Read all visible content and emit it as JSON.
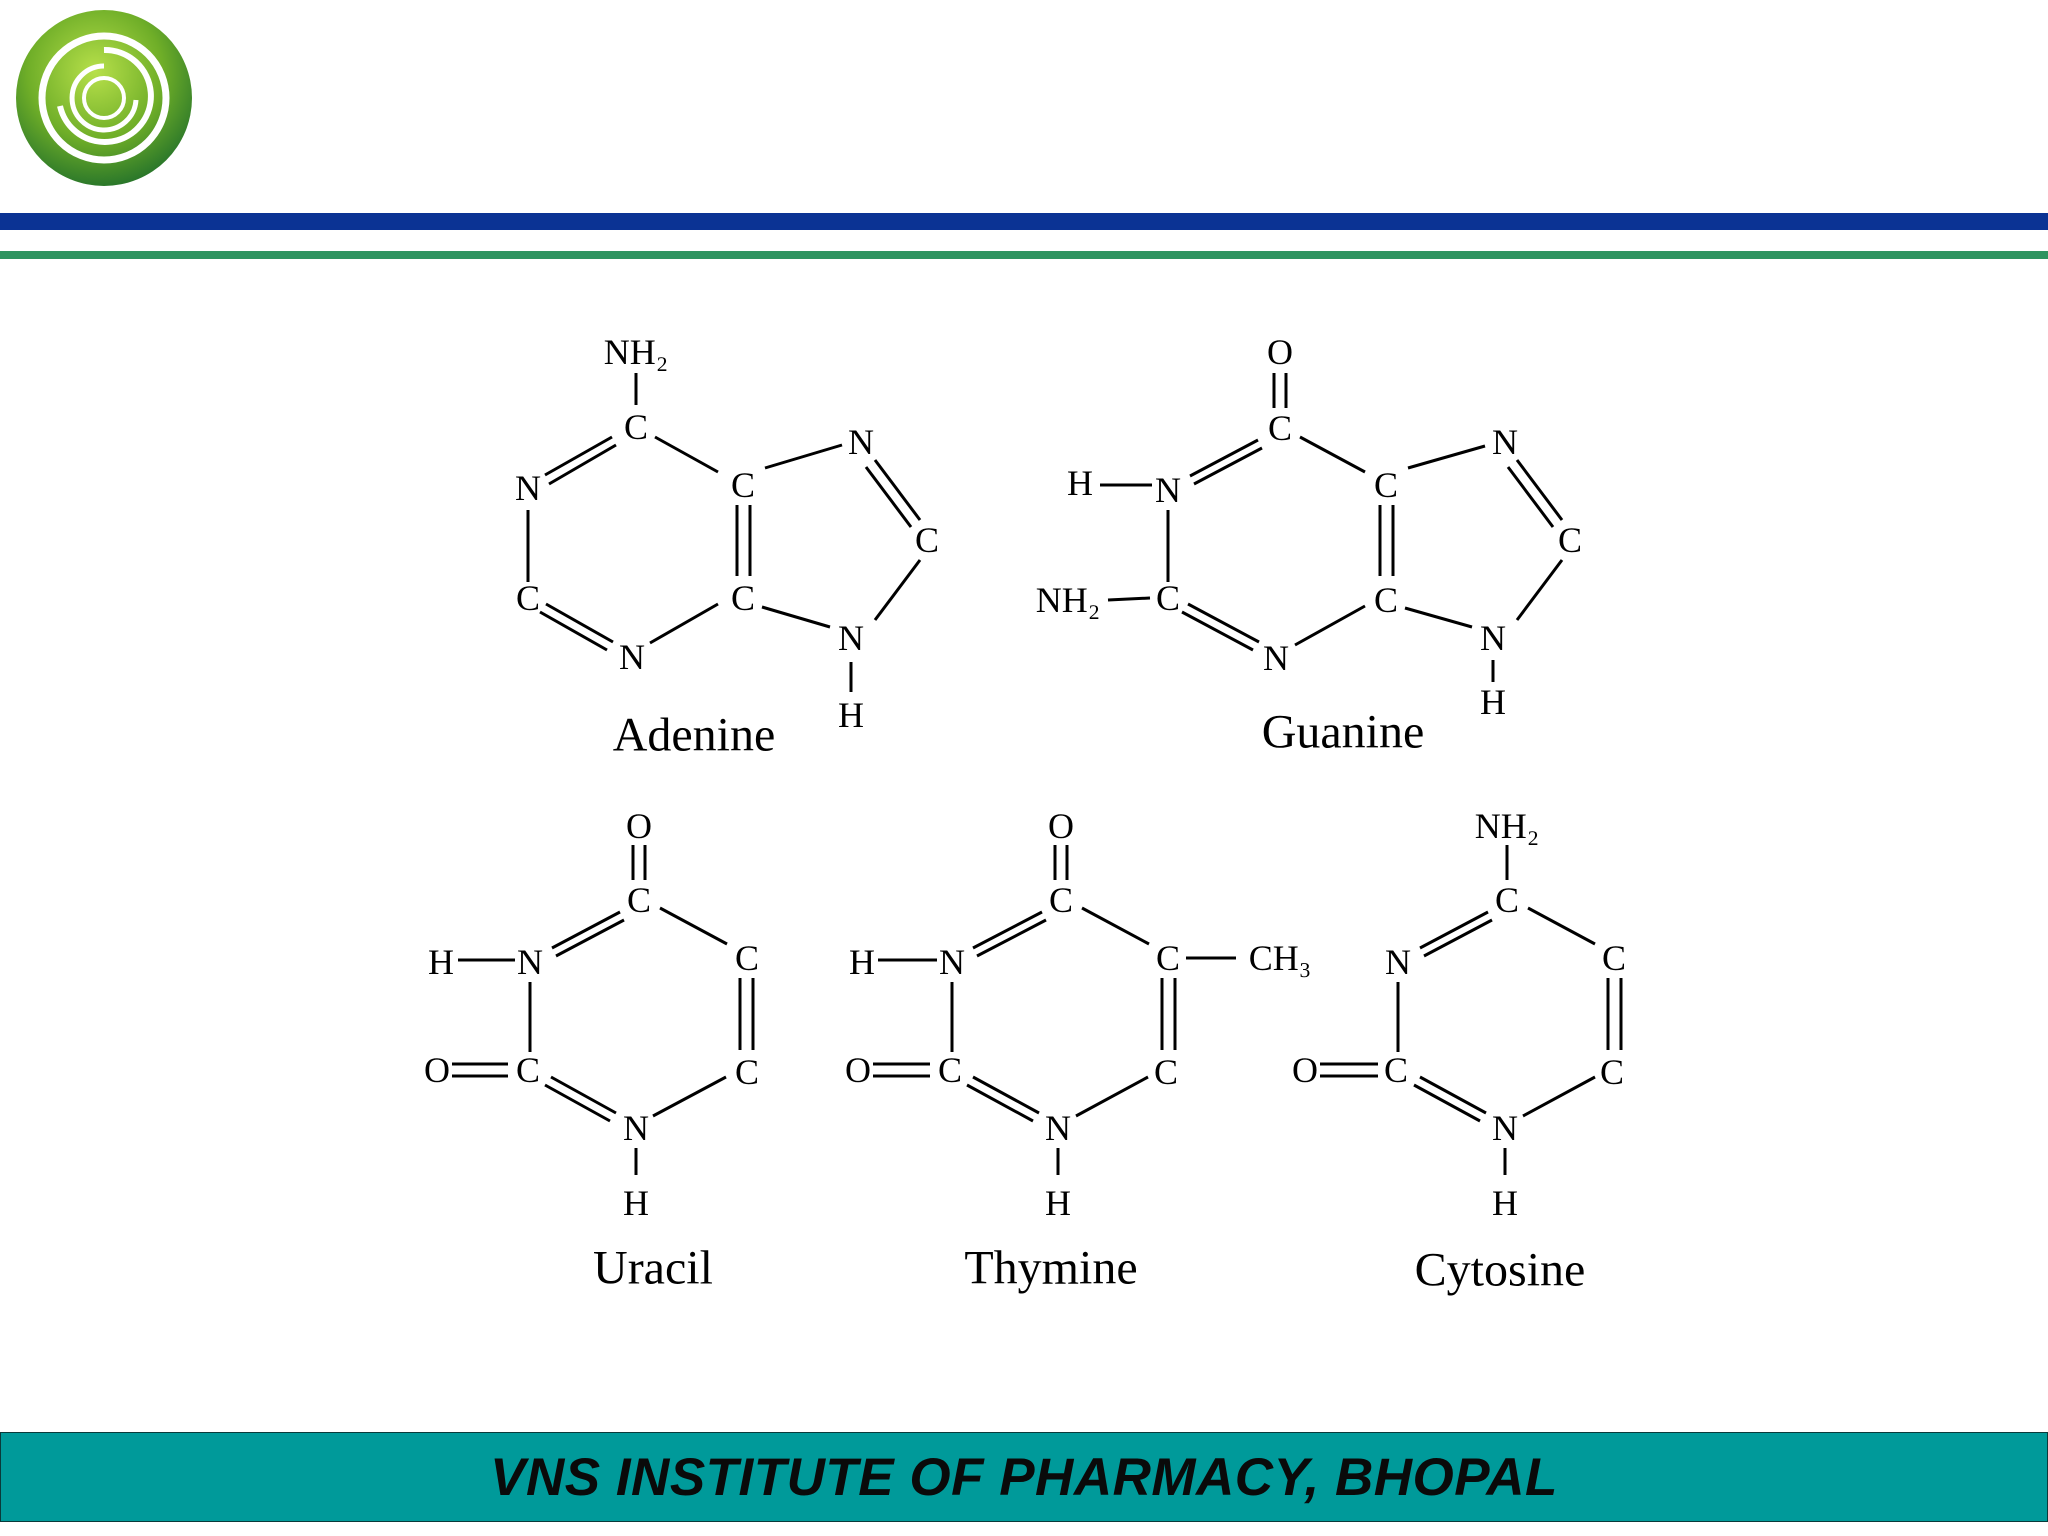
{
  "footer": {
    "text": "VNS INSTITUTE OF PHARMACY, BHOPAL"
  },
  "colors": {
    "rule_top": "#0b3394",
    "rule_bottom": "#2e9460",
    "footer_bg": "#009a9a",
    "logo_green": "#6fae28"
  },
  "icons": {
    "logo": "spiral-circle-logo-icon"
  },
  "molecules": {
    "adenine": {
      "name": "Adenine",
      "labels": {
        "nh2": "NH₂",
        "c6": "C",
        "n1": "N",
        "c2": "C",
        "n3": "N",
        "c4": "C",
        "c5": "C",
        "n7": "N",
        "c8": "C",
        "n9": "N",
        "h9": "H"
      }
    },
    "guanine": {
      "name": "Guanine",
      "labels": {
        "o": "O",
        "c6": "C",
        "h1": "H",
        "n1": "N",
        "nh2": "NH₂",
        "c2": "C",
        "n3": "N",
        "c4": "C",
        "c5": "C",
        "n7": "N",
        "c8": "C",
        "n9": "N",
        "h9": "H"
      }
    },
    "uracil": {
      "name": "Uracil",
      "labels": {
        "o4": "O",
        "c4": "C",
        "h3": "H",
        "n3": "N",
        "c5": "C",
        "o2": "O",
        "c2": "C",
        "c6": "C",
        "n1": "N",
        "h1": "H"
      }
    },
    "thymine": {
      "name": "Thymine",
      "labels": {
        "o4": "O",
        "c4": "C",
        "h3": "H",
        "n3": "N",
        "c5": "C",
        "ch3": "CH₃",
        "o2": "O",
        "c2": "C",
        "c6": "C",
        "n1": "N",
        "h1": "H"
      }
    },
    "cytosine": {
      "name": "Cytosine",
      "labels": {
        "nh2": "NH₂",
        "c4": "C",
        "n3": "N",
        "c5": "C",
        "o2": "O",
        "c2": "C",
        "c6": "C",
        "n1": "N",
        "h1": "H"
      }
    }
  }
}
